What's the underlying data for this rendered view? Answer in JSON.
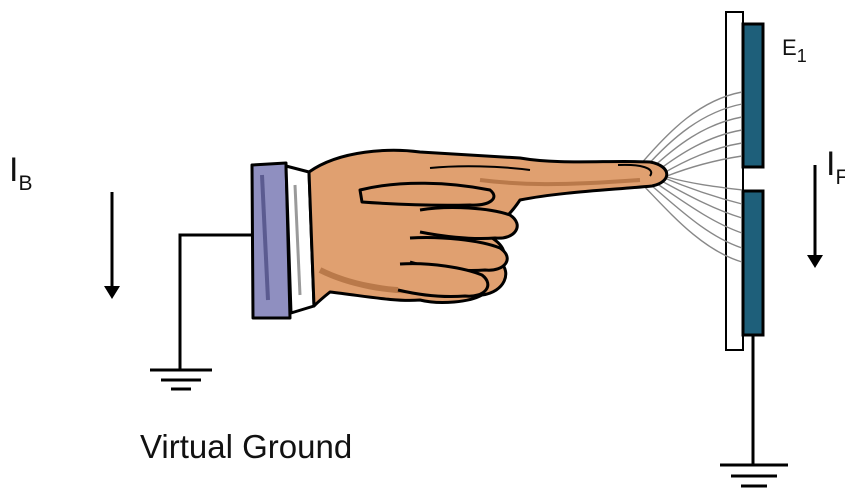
{
  "labels": {
    "body_current": {
      "main": "I",
      "sub": "B"
    },
    "finger_current": {
      "main": "I",
      "sub": "F"
    },
    "electrode": {
      "main": "E",
      "sub": "1"
    },
    "virtual_ground": "Virtual Ground"
  },
  "colors": {
    "electrode": "#1e5f7a",
    "skin": "#e0a070",
    "skin_shadow": "#b9794a",
    "sleeve": "#8f8fc0",
    "cuff": "#ffffff",
    "outline": "#000000",
    "field_lines": "#888888"
  },
  "icons": [
    "ground-symbol",
    "down-arrow",
    "pointing-hand"
  ]
}
